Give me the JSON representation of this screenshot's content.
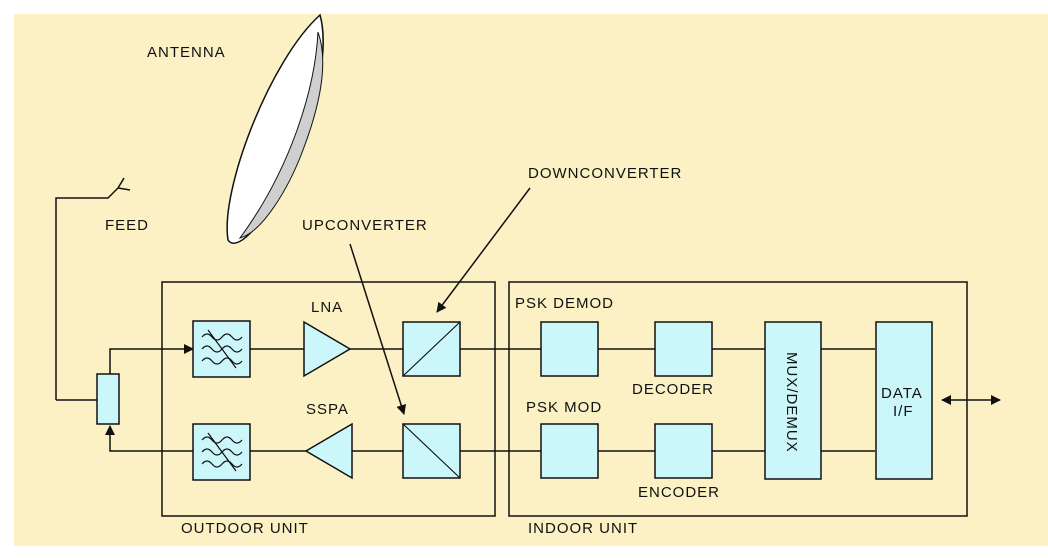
{
  "labels": {
    "antenna": "ANTENNA",
    "feed": "FEED",
    "upconverter": "UPCONVERTER",
    "downconverter": "DOWNCONVERTER",
    "lna": "LNA",
    "ssp_a": "SSPA",
    "psk_demod": "PSK DEMOD",
    "psk_mod": "PSK MOD",
    "decoder": "DECODER",
    "encoder": "ENCODER",
    "mux": "MUX/DEMUX",
    "data_if_line1": "DATA",
    "data_if_line2": "I/F",
    "outdoor_unit": "OUTDOOR UNIT",
    "indoor_unit": "INDOOR UNIT"
  },
  "colors": {
    "background": "#fbf1c4",
    "block_fill": "#ccf7fa",
    "line": "#111111",
    "antenna_fill": "#ffffff",
    "antenna_inner": "#cfcfcf"
  }
}
